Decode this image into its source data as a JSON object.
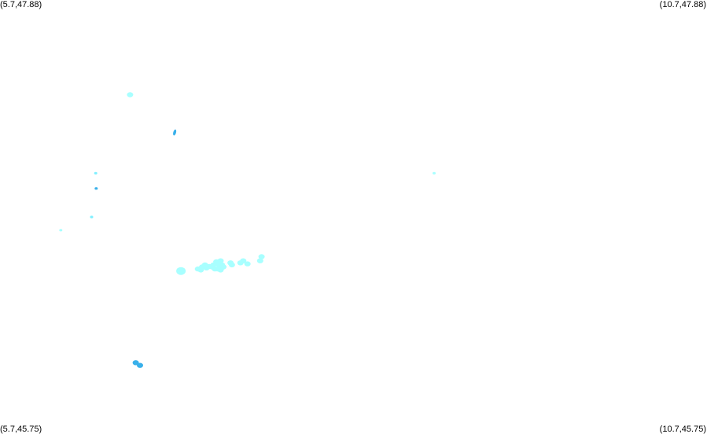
{
  "map": {
    "corners": {
      "top_left": "(5.7,47.88)",
      "top_right": "(10.7,47.88)",
      "bottom_left": "(5.7,45.75)",
      "bottom_right": "(10.7,45.75)"
    },
    "bounds": {
      "lon_min": 5.7,
      "lon_max": 10.7,
      "lat_min": 45.75,
      "lat_max": 47.88
    },
    "colors": {
      "background": "#ffffff",
      "light_cyan": "#a8ffff",
      "medium_cyan": "#7fefff",
      "blue": "#39b0ea"
    },
    "features": [
      {
        "id": "f1",
        "lon": 6.62,
        "lat": 47.415,
        "color": "light_cyan",
        "shape": "small-blob"
      },
      {
        "id": "f2",
        "lon": 6.935,
        "lat": 47.23,
        "color": "blue",
        "shape": "lake"
      },
      {
        "id": "f3",
        "lon": 6.377,
        "lat": 47.03,
        "color": "medium_cyan",
        "shape": "dot"
      },
      {
        "id": "f4",
        "lon": 6.38,
        "lat": 46.955,
        "color": "blue",
        "shape": "dot"
      },
      {
        "id": "f5",
        "lon": 6.348,
        "lat": 46.815,
        "color": "medium_cyan",
        "shape": "dot"
      },
      {
        "id": "f6",
        "lon": 6.13,
        "lat": 46.75,
        "color": "light_cyan",
        "shape": "dot"
      },
      {
        "id": "f7",
        "lon": 6.98,
        "lat": 46.55,
        "color": "light_cyan",
        "shape": "cluster"
      },
      {
        "id": "f8",
        "lon": 7.25,
        "lat": 46.578,
        "color": "light_cyan",
        "shape": "small-blob"
      },
      {
        "id": "f9",
        "lon": 7.255,
        "lat": 46.59,
        "color": "light_cyan",
        "shape": "small-blob"
      },
      {
        "id": "f10",
        "lon": 7.267,
        "lat": 46.565,
        "color": "light_cyan",
        "shape": "small-blob"
      },
      {
        "id": "f11",
        "lon": 7.25,
        "lat": 46.595,
        "color": "light_cyan",
        "shape": "small-blob"
      },
      {
        "id": "f12",
        "lon": 7.27,
        "lat": 46.58,
        "color": "light_cyan",
        "shape": "small-blob"
      },
      {
        "id": "f13",
        "lon": 7.26,
        "lat": 46.6,
        "color": "light_cyan",
        "shape": "small-blob"
      },
      {
        "id": "f14",
        "lon": 7.28,
        "lat": 46.57,
        "color": "light_cyan",
        "shape": "small-blob"
      },
      {
        "id": "f15",
        "lon": 7.26,
        "lat": 46.555,
        "color": "light_cyan",
        "shape": "small-blob"
      },
      {
        "id": "f16",
        "lon": 7.34,
        "lat": 46.58,
        "color": "light_cyan",
        "shape": "small-blob"
      },
      {
        "id": "f17",
        "lon": 7.33,
        "lat": 46.59,
        "color": "light_cyan",
        "shape": "small-blob"
      },
      {
        "id": "f18",
        "lon": 7.42,
        "lat": 46.6,
        "color": "light_cyan",
        "shape": "small-blob"
      },
      {
        "id": "f19",
        "lon": 7.45,
        "lat": 46.585,
        "color": "light_cyan",
        "shape": "small-blob"
      },
      {
        "id": "f20",
        "lon": 7.23,
        "lat": 46.595,
        "color": "light_cyan",
        "shape": "small-blob"
      },
      {
        "id": "f21",
        "lon": 7.21,
        "lat": 46.58,
        "color": "light_cyan",
        "shape": "small-blob"
      },
      {
        "id": "f22",
        "lon": 7.2,
        "lat": 46.57,
        "color": "light_cyan",
        "shape": "small-blob"
      },
      {
        "id": "f23",
        "lon": 7.18,
        "lat": 46.572,
        "color": "light_cyan",
        "shape": "small-blob"
      },
      {
        "id": "f24",
        "lon": 7.16,
        "lat": 46.565,
        "color": "light_cyan",
        "shape": "small-blob"
      },
      {
        "id": "f25",
        "lon": 7.15,
        "lat": 46.58,
        "color": "light_cyan",
        "shape": "small-blob"
      },
      {
        "id": "f26",
        "lon": 7.13,
        "lat": 46.57,
        "color": "light_cyan",
        "shape": "small-blob"
      },
      {
        "id": "f27",
        "lon": 7.12,
        "lat": 46.555,
        "color": "light_cyan",
        "shape": "small-blob"
      },
      {
        "id": "f28",
        "lon": 7.1,
        "lat": 46.56,
        "color": "light_cyan",
        "shape": "small-blob"
      },
      {
        "id": "f29",
        "lon": 7.22,
        "lat": 46.56,
        "color": "light_cyan",
        "shape": "small-blob"
      },
      {
        "id": "f30",
        "lon": 7.24,
        "lat": 46.56,
        "color": "light_cyan",
        "shape": "small-blob"
      },
      {
        "id": "f31",
        "lon": 7.55,
        "lat": 46.62,
        "color": "light_cyan",
        "shape": "small-blob"
      },
      {
        "id": "f32",
        "lon": 7.54,
        "lat": 46.6,
        "color": "light_cyan",
        "shape": "small-blob"
      },
      {
        "id": "f33",
        "lon": 7.4,
        "lat": 46.59,
        "color": "light_cyan",
        "shape": "small-blob"
      },
      {
        "id": "f34",
        "lon": 6.66,
        "lat": 46.1,
        "color": "blue",
        "shape": "small-blob"
      },
      {
        "id": "f35",
        "lon": 6.69,
        "lat": 46.087,
        "color": "blue",
        "shape": "small-blob"
      },
      {
        "id": "f36",
        "lon": 8.77,
        "lat": 47.03,
        "color": "light_cyan",
        "shape": "dot"
      }
    ]
  }
}
